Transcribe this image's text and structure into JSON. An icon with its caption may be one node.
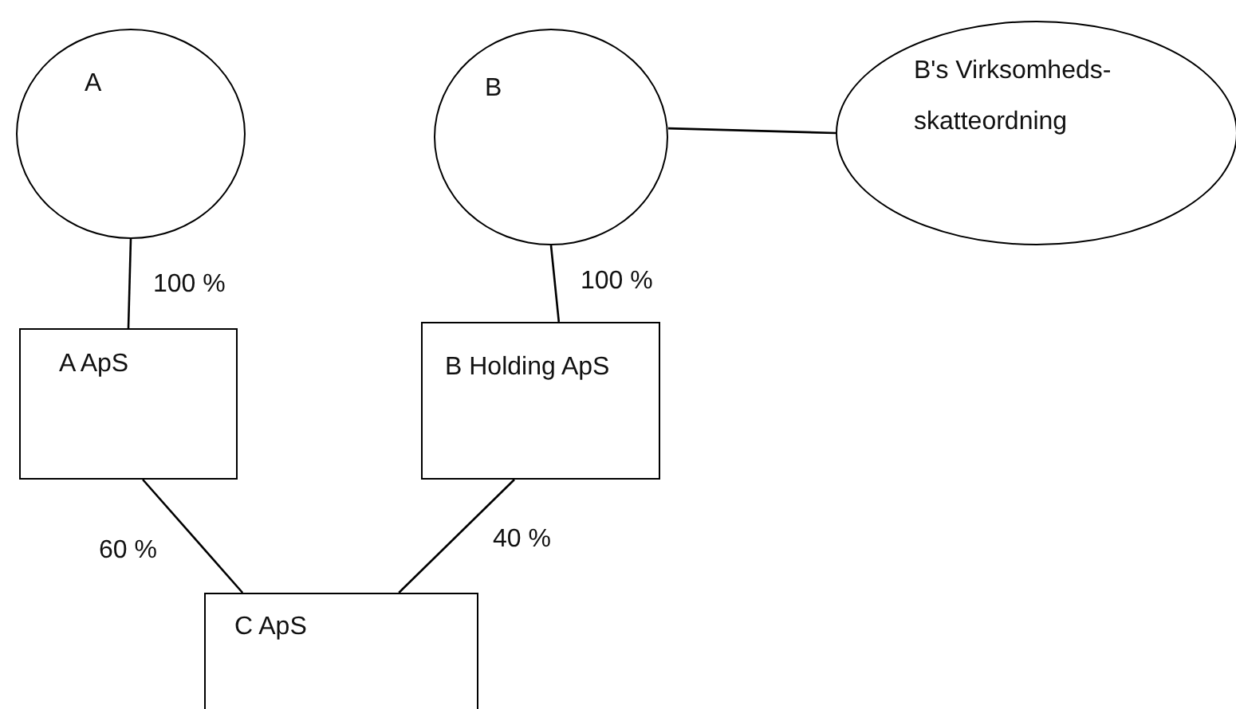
{
  "diagram": {
    "nodes": [
      {
        "text": [
          "A"
        ]
      },
      {
        "text": [
          "B"
        ]
      },
      {
        "text": [
          "B's Virksomheds-skatteordning"
        ]
      },
      {
        "text": [
          "A ApS"
        ]
      },
      {
        "text": [
          "B Holding ApS"
        ]
      },
      {
        "text": [
          "C ApS"
        ]
      }
    ],
    "edges": [
      {
        "from": 0,
        "to": 3,
        "arrow": "none",
        "label": "100 %"
      },
      {
        "from": 1,
        "to": 4,
        "arrow": "none",
        "label": "100 %"
      },
      {
        "from": 1,
        "to": 2,
        "arrow": "none"
      },
      {
        "from": 3,
        "to": 5,
        "arrow": "none",
        "label": "60 %"
      },
      {
        "from": 4,
        "to": 5,
        "arrow": "none",
        "label": "40 %"
      }
    ]
  }
}
